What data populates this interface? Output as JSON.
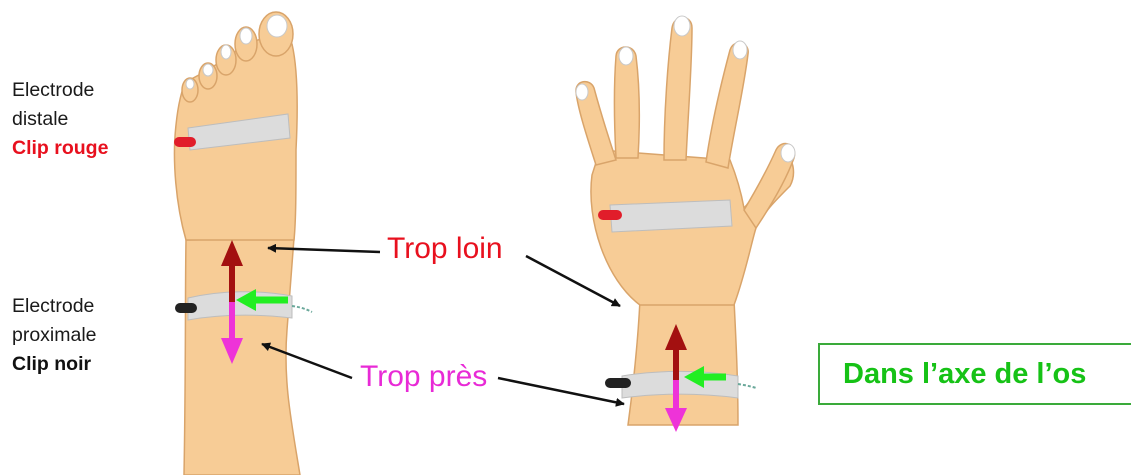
{
  "distal": {
    "line1": "Electrode",
    "line2": "distale",
    "clip": "Clip rouge"
  },
  "proximal": {
    "line1": "Electrode",
    "line2": "proximale",
    "clip": "Clip noir"
  },
  "trop_loin": "Trop loin",
  "trop_pres": "Trop près",
  "axe_label": "Dans l’axe de l’os",
  "colors": {
    "skin": "#f7cc96",
    "skin_outline": "#d9a46a",
    "electrode": "#dcdcdc",
    "clip_red": "#e11d2a",
    "clip_black": "#222222",
    "arrow_dark_red": "#a31010",
    "arrow_magenta": "#ee33d8",
    "arrow_green": "#22ee22",
    "pointer_black": "#111111",
    "box_border": "#3aaa3a",
    "label_red": "#e8101e",
    "label_magenta": "#e82ad6",
    "label_green": "#16c216"
  }
}
